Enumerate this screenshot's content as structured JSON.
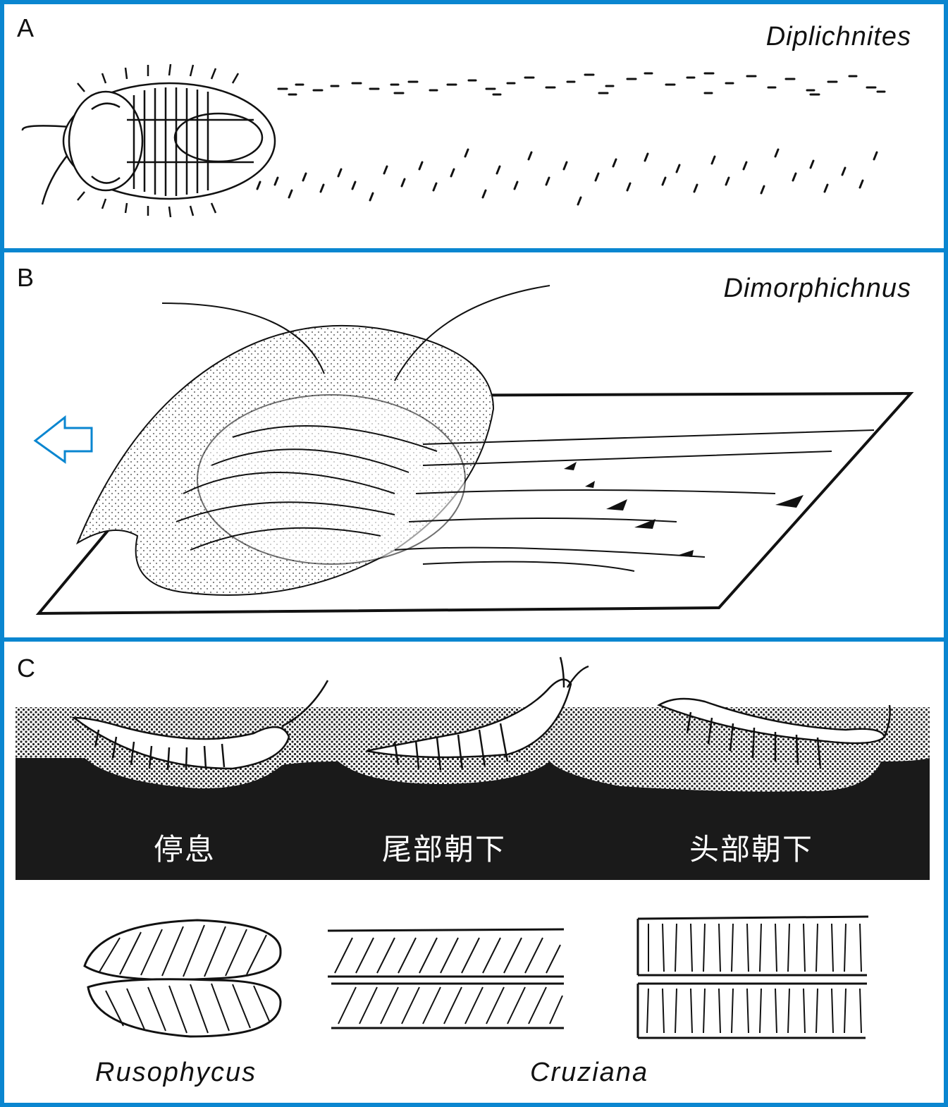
{
  "colors": {
    "frame": "#0a86d0",
    "ink": "#111111",
    "sediment": "#1a1a1a",
    "arrow": "#0a86d0"
  },
  "panel_a": {
    "label": "A",
    "title": "Diplichnites"
  },
  "panel_b": {
    "label": "B",
    "title": "Dimorphichnus",
    "arrow_icon": "left-arrow-outline-icon"
  },
  "panel_c": {
    "label": "C",
    "stages": [
      "停息",
      "尾部朝下",
      "头部朝下"
    ],
    "traces": [
      "Rusophycus",
      "Cruziana"
    ]
  }
}
